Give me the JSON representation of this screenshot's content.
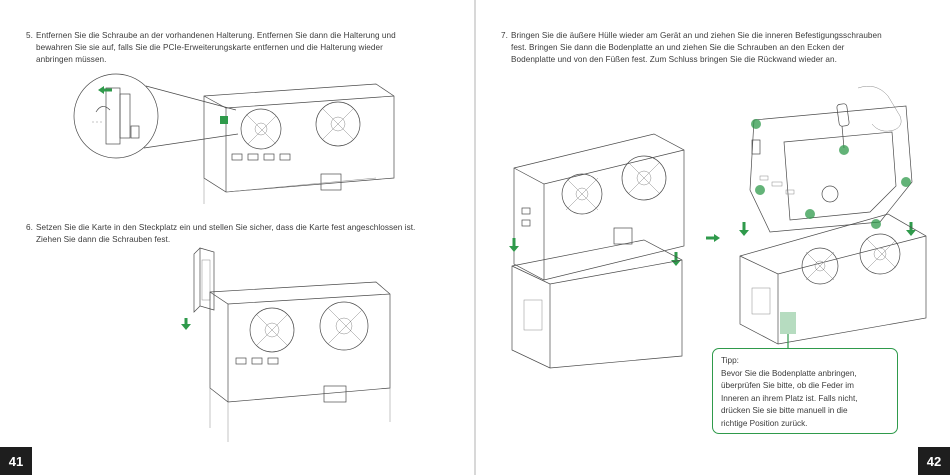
{
  "left_page": {
    "steps": [
      {
        "number": "5.",
        "lines": [
          "Entfernen Sie die Schraube an der vorhandenen Halterung. Entfernen Sie dann die Halterung und",
          "bewahren Sie sie auf, falls Sie die PCIe-Erweiterungskarte entfernen und die Halterung wieder",
          "anbringen müssen."
        ]
      },
      {
        "number": "6.",
        "lines": [
          "Setzen Sie die Karte in den Steckplatz ein und stellen Sie sicher, dass die Karte fest angeschlossen ist.",
          "Ziehen Sie dann die Schrauben fest."
        ]
      }
    ],
    "page_number": "41"
  },
  "right_page": {
    "steps": [
      {
        "number": "7.",
        "lines": [
          "Bringen Sie die äußere Hülle wieder am Gerät an und ziehen Sie die inneren Befestigungsschrauben",
          "fest. Bringen Sie dann die Bodenplatte an und ziehen Sie die Schrauben an den Ecken der",
          "Bodenplatte und von den Füßen fest. Zum Schluss bringen Sie die Rückwand wieder an."
        ]
      }
    ],
    "tip": {
      "title": "Tipp:",
      "lines": [
        "Bevor Sie die Bodenplatte anbringen,",
        "überprüfen Sie bitte, ob die Feder im",
        "Inneren an ihrem Platz ist. Falls nicht,",
        "drücken Sie sie bitte manuell in die",
        "richtige Position zurück."
      ]
    },
    "page_number": "42"
  },
  "colors": {
    "accent_green": "#2f9a4b",
    "page_number_bg": "#1e1e1e",
    "line_art": "#4a4a4a"
  },
  "icons": [
    "arrow-left-icon",
    "arrow-down-icon",
    "arrow-right-icon",
    "screwdriver-icon",
    "screw-highlight-icon"
  ]
}
